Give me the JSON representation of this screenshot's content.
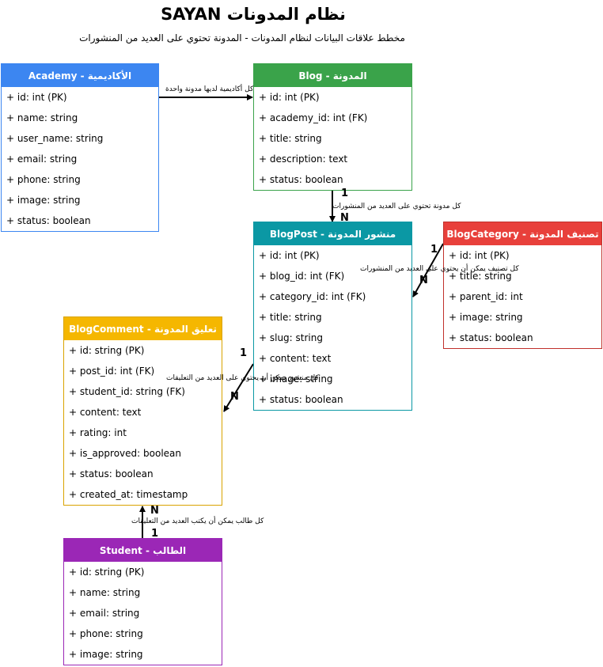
{
  "title": "SAYAN نظام المدونات",
  "subtitle": "مخطط علاقات البيانات لنظام المدونات - المدونة تحتوي على العديد من المنشورات",
  "colors": {
    "academy": "#3c86f1",
    "blog": "#3aa34a",
    "blogpost": "#0b98a4",
    "blogcategory": "#e8403b",
    "blogcomment": "#f5b700",
    "student": "#9b27b6"
  },
  "entities": {
    "academy": {
      "title": "Academy - الأكاديمية",
      "fields": [
        "+ id: int (PK)",
        "+ name: string",
        "+ user_name: string",
        "+ email: string",
        "+ phone: string",
        "+ image: string",
        "+ status: boolean"
      ]
    },
    "blog": {
      "title": "Blog - المدونة",
      "fields": [
        "+ id: int (PK)",
        "+ academy_id: int (FK)",
        "+ title: string",
        "+ description: text",
        "+ status: boolean"
      ]
    },
    "blogpost": {
      "title": "BlogPost - منشور المدونة",
      "fields": [
        "+ id: int (PK)",
        "+ blog_id: int (FK)",
        "+ category_id: int (FK)",
        "+ title: string",
        "+ slug: string",
        "+ content: text",
        "+ image: string",
        "+ status: boolean"
      ]
    },
    "blogcategory": {
      "title": "BlogCategory - تصنيف المدونة",
      "fields": [
        "+ id: int (PK)",
        "+ title: string",
        "+ parent_id: int",
        "+ image: string",
        "+ status: boolean"
      ]
    },
    "blogcomment": {
      "title": "BlogComment - تعليق المدونة",
      "fields": [
        "+ id: string (PK)",
        "+ post_id: int (FK)",
        "+ student_id: string (FK)",
        "+ content: text",
        "+ rating: int",
        "+ is_approved: boolean",
        "+ status: boolean",
        "+ created_at: timestamp"
      ]
    },
    "student": {
      "title": "Student - الطالب",
      "fields": [
        "+ id: string (PK)",
        "+ name: string",
        "+ email: string",
        "+ phone: string",
        "+ image: string"
      ]
    }
  },
  "relations": {
    "academy_blog": {
      "label": "كل أكاديمية لديها مدونة واحدة"
    },
    "blog_post": {
      "label": "كل مدونة تحتوي على العديد من المنشورات",
      "from_card": "1",
      "to_card": "N"
    },
    "category_post": {
      "label": "كل تصنيف يمكن أن يحتوي على العديد من المنشورات",
      "from_card": "1",
      "to_card": "N"
    },
    "post_comment": {
      "label": "كل منشور يمكن أن يحتوي على العديد من التعليقات",
      "from_card": "1",
      "to_card": "N"
    },
    "student_comment": {
      "label": "كل طالب يمكن أن يكتب العديد من التعليقات",
      "from_card": "1",
      "to_card": "N"
    }
  }
}
